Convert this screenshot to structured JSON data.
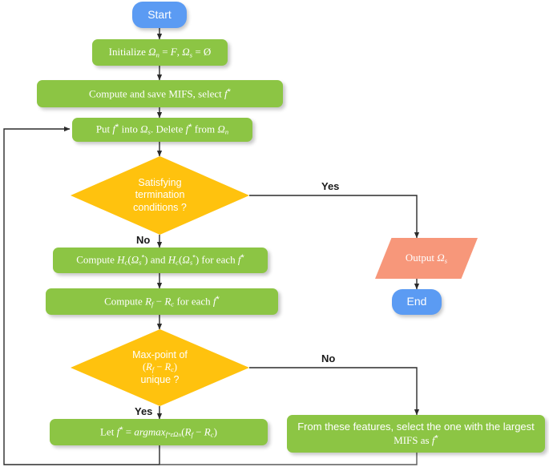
{
  "diagram": {
    "title": "Feature selection algorithm flowchart",
    "type": "flowchart",
    "colors": {
      "terminal": "#5b9bf3",
      "process": "#8cc544",
      "decision": "#ffc20e",
      "data": "#f7977a",
      "connector": "#3a3a3a",
      "background": "#ffffff",
      "node_text": "#ffffff",
      "edge_label_text": "#1a1a1a"
    },
    "nodes": {
      "start": {
        "label": "Start",
        "shape": "terminal"
      },
      "initialize": {
        "label": "Initialize Ωn = F, Ωs = Ø",
        "shape": "process"
      },
      "compute_mifs": {
        "label": "Compute and save MIFS, select f*",
        "shape": "process"
      },
      "put_delete": {
        "label": "Put f* into Ωs. Delete f* from Ωn",
        "shape": "process"
      },
      "termination": {
        "label": "Satisfying termination conditions ?",
        "shape": "decision",
        "line1": "Satisfying",
        "line2": "termination",
        "line3": "conditions ?"
      },
      "compute_hc": {
        "label": "Compute Hc(Ωs*) and Hc(Ωs*) for each f*",
        "shape": "process"
      },
      "compute_rf_rc": {
        "label": "Compute Rf − Rc for each f*",
        "shape": "process"
      },
      "max_point": {
        "label": "Max-point of (Rf − Rc) unique ?",
        "shape": "decision",
        "line1": "Max-point of",
        "line2": "(Rf − Rc)",
        "line3": "unique ?"
      },
      "let_argmax": {
        "label": "Let f* = argmax f*εΩn (Rf − Rc)",
        "shape": "process"
      },
      "select_largest_mifs": {
        "label": "From these features, select the one with the largest MIFS as f*",
        "shape": "process",
        "line1": "From these features, select the one with the largest",
        "line2": "MIFS as f*"
      },
      "output": {
        "label": "Output Ωs",
        "shape": "data"
      },
      "end": {
        "label": "End",
        "shape": "terminal"
      }
    },
    "edge_labels": {
      "termination_yes": "Yes",
      "termination_no": "No",
      "max_point_no": "No",
      "max_point_yes": "Yes"
    }
  }
}
